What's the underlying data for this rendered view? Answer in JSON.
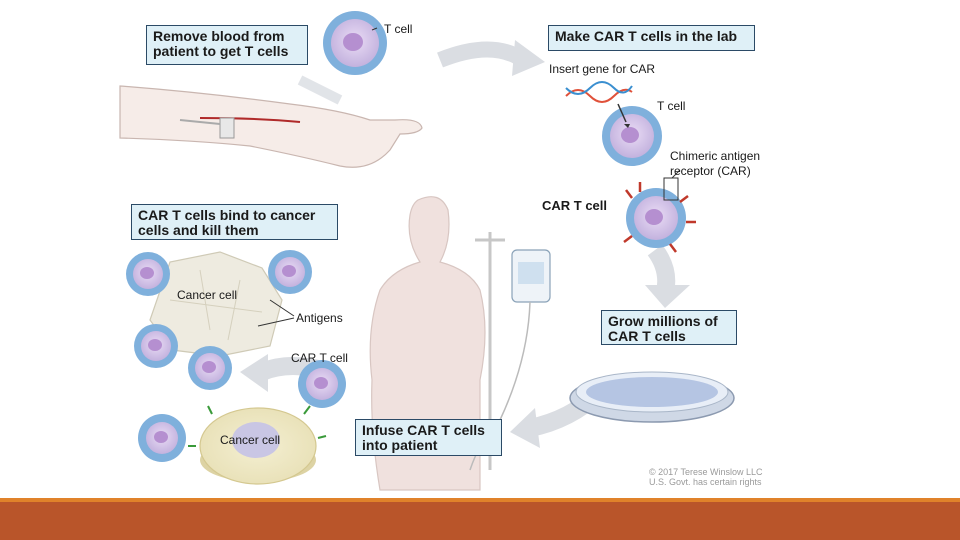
{
  "steps": {
    "step1": "Remove blood from patient to get T cells",
    "step2": "Make CAR T cells in the lab",
    "step3": "Grow millions of CAR T cells",
    "step4": "Infuse CAR T cells into patient",
    "step5": "CAR T cells bind to cancer cells and kill them"
  },
  "labels": {
    "t_cell_top": "T cell",
    "insert_gene": "Insert gene for CAR",
    "t_cell_right": "T cell",
    "car_receptor_1": "Chimeric antigen",
    "car_receptor_2": "receptor (CAR)",
    "car_t_cell_right": "CAR T cell",
    "cancer_cell_top": "Cancer cell",
    "antigens": "Antigens",
    "car_t_cell_left": "CAR T cell",
    "cancer_cell_bottom": "Cancer cell"
  },
  "credit": {
    "line1": "© 2017 Terese Winslow LLC",
    "line2": "U.S. Govt. has certain rights"
  },
  "colors": {
    "box_fill": "#dff0f7",
    "box_border": "#2b4a66",
    "tcell_spikes": "#7fb0dc",
    "tcell_body": "#c9b6e0",
    "nucleus": "#b58fd0",
    "receptor": "#c0392b",
    "arrow": "#dadde2",
    "footer_orange": "#e0822a",
    "footer_rust": "#b9552a"
  }
}
